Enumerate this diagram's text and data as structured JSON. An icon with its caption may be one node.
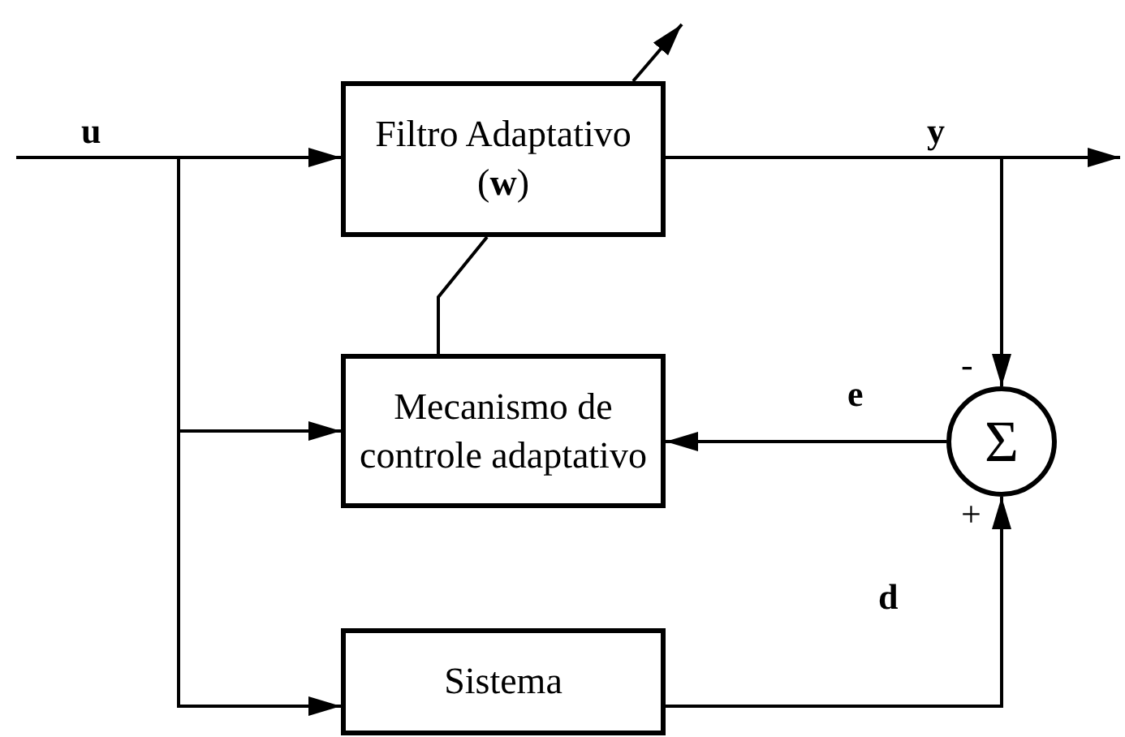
{
  "diagram": {
    "nodes": [
      {
        "text": [
          "Filtro Adaptativo (**w**)"
        ]
      },
      {
        "text": [
          "Mecanismo de controle adaptativo"
        ]
      },
      {
        "text": [
          "Sistema"
        ]
      },
      {
        "text": [
          "Σ"
        ]
      }
    ],
    "edges": [
      {
        "from": null,
        "to": 0,
        "arrow": "to",
        "label": "u"
      },
      {
        "from": null,
        "to": 1,
        "arrow": "to"
      },
      {
        "from": null,
        "to": 2,
        "arrow": "to"
      },
      {
        "from": 0,
        "to": null,
        "arrow": "to",
        "label": "y"
      },
      {
        "from": 0,
        "to": 3,
        "arrow": "to"
      },
      {
        "from": 3,
        "to": 1,
        "arrow": "to",
        "label": "e"
      },
      {
        "from": 2,
        "to": 3,
        "arrow": "to",
        "label": "d"
      },
      {
        "from": 1,
        "to": 0,
        "arrow": "none"
      },
      {
        "from": 0,
        "to": null,
        "arrow": "to"
      }
    ],
    "labels": [
      "-",
      "+"
    ]
  }
}
